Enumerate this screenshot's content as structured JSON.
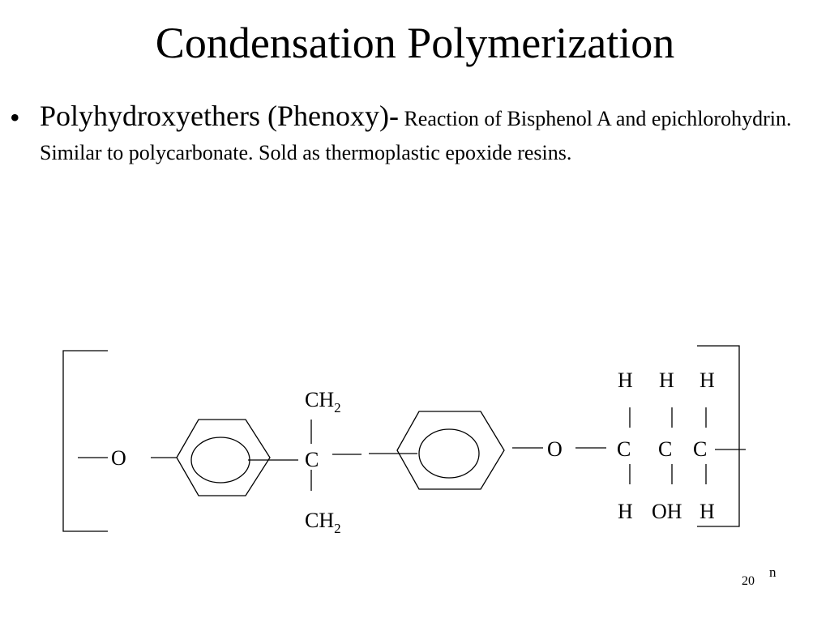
{
  "slide": {
    "title": "Condensation Polymerization",
    "bullet": {
      "symbol": "•",
      "lead": "Polyhydroxyethers (Phenoxy)-",
      "body": "Reaction of Bisphenol A and epichlorohydrin. Similar to polycarbonate. Sold as thermoplastic epoxide resins."
    },
    "page_number": "20"
  },
  "structure": {
    "left_oxygen": "O",
    "top_methyl": "CH",
    "center_carbon": "C",
    "bottom_methyl": "CH",
    "methyl_subscript": "2",
    "ether_oxygen": "O",
    "top_hydrogens": [
      "H",
      "H",
      "H"
    ],
    "chain_carbons": [
      "C",
      "C",
      "C"
    ],
    "bottom_groups": [
      "H",
      "OH",
      "H"
    ],
    "repeat_index": "n"
  }
}
